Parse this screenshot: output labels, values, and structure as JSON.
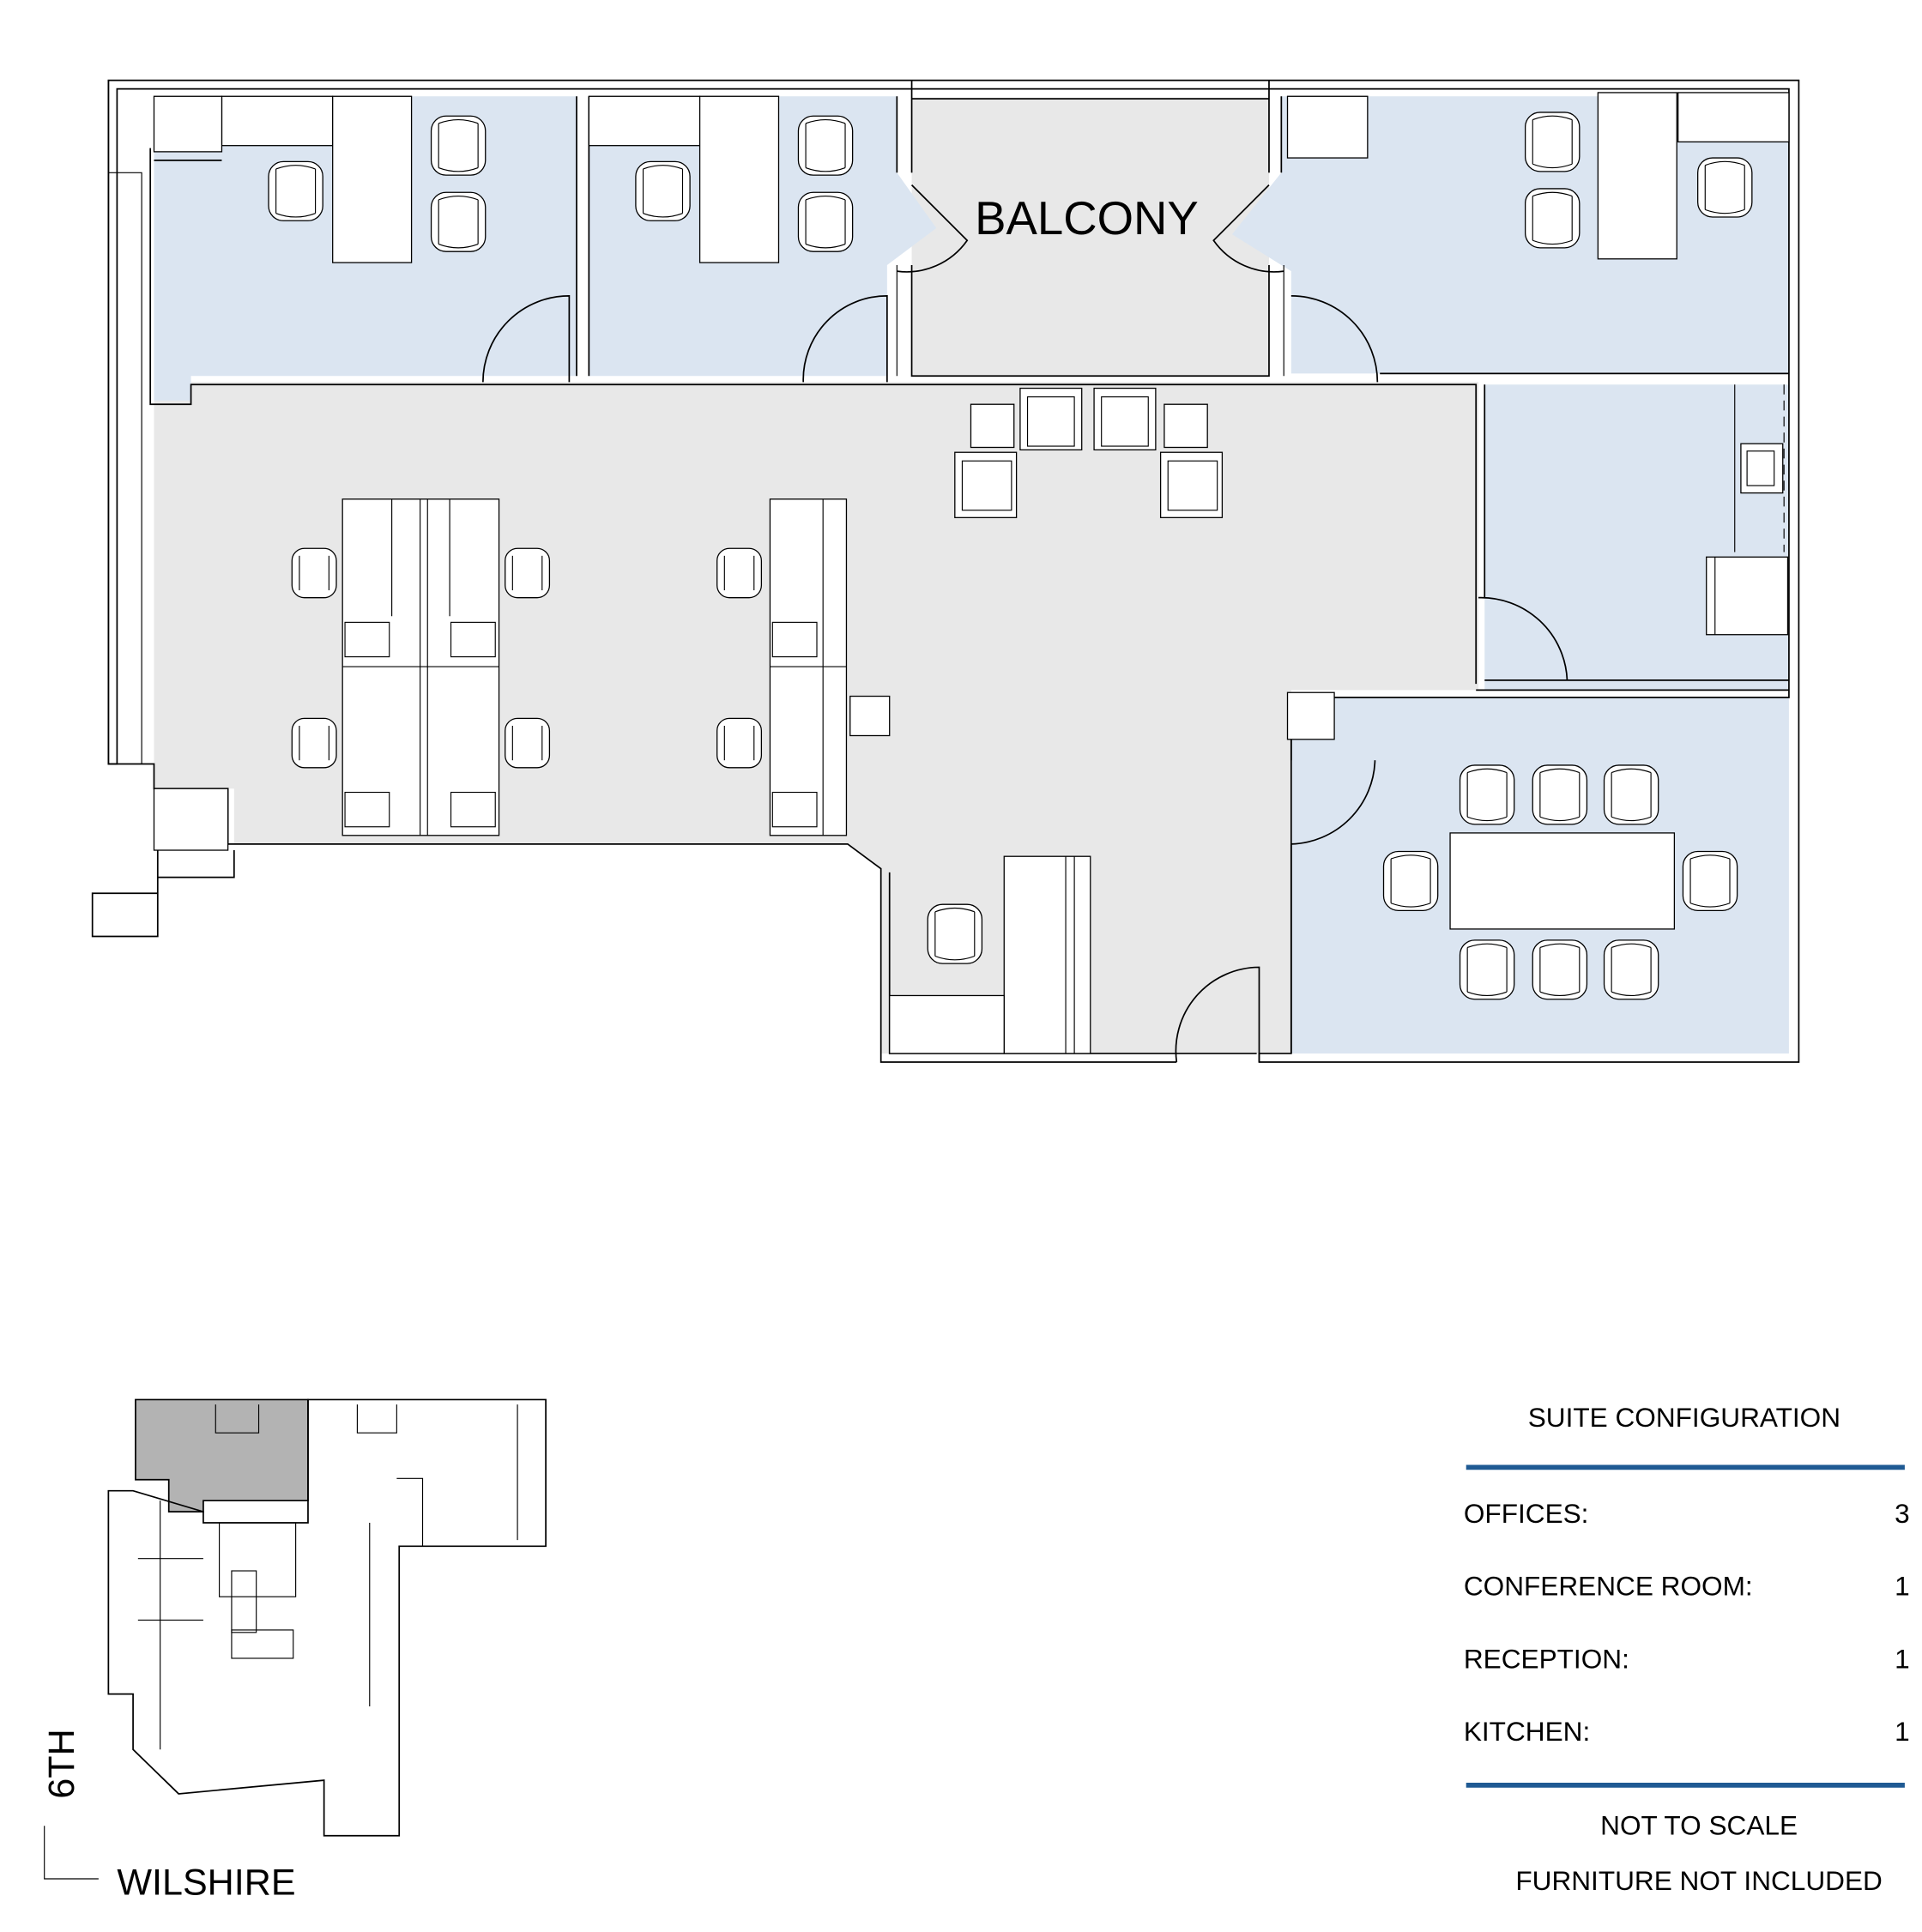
{
  "plan": {
    "balcony_label": "BALCONY"
  },
  "key_plan": {
    "street_vertical": "6TH",
    "street_horizontal": "WILSHIRE"
  },
  "legend": {
    "title": "SUITE CONFIGURATION",
    "rows": [
      {
        "label": "OFFICES:",
        "value": "3"
      },
      {
        "label": "CONFERENCE ROOM:",
        "value": "1"
      },
      {
        "label": "RECEPTION:",
        "value": "1"
      },
      {
        "label": "KITCHEN:",
        "value": "1"
      }
    ],
    "note1": "NOT TO SCALE",
    "note2": "FURNITURE NOT INCLUDED",
    "rule_color": "#1f5a93"
  },
  "colors": {
    "office_fill": "#dbe5f1",
    "common_fill": "#e8e8e8",
    "highlight_fill": "#b3b3b3"
  }
}
